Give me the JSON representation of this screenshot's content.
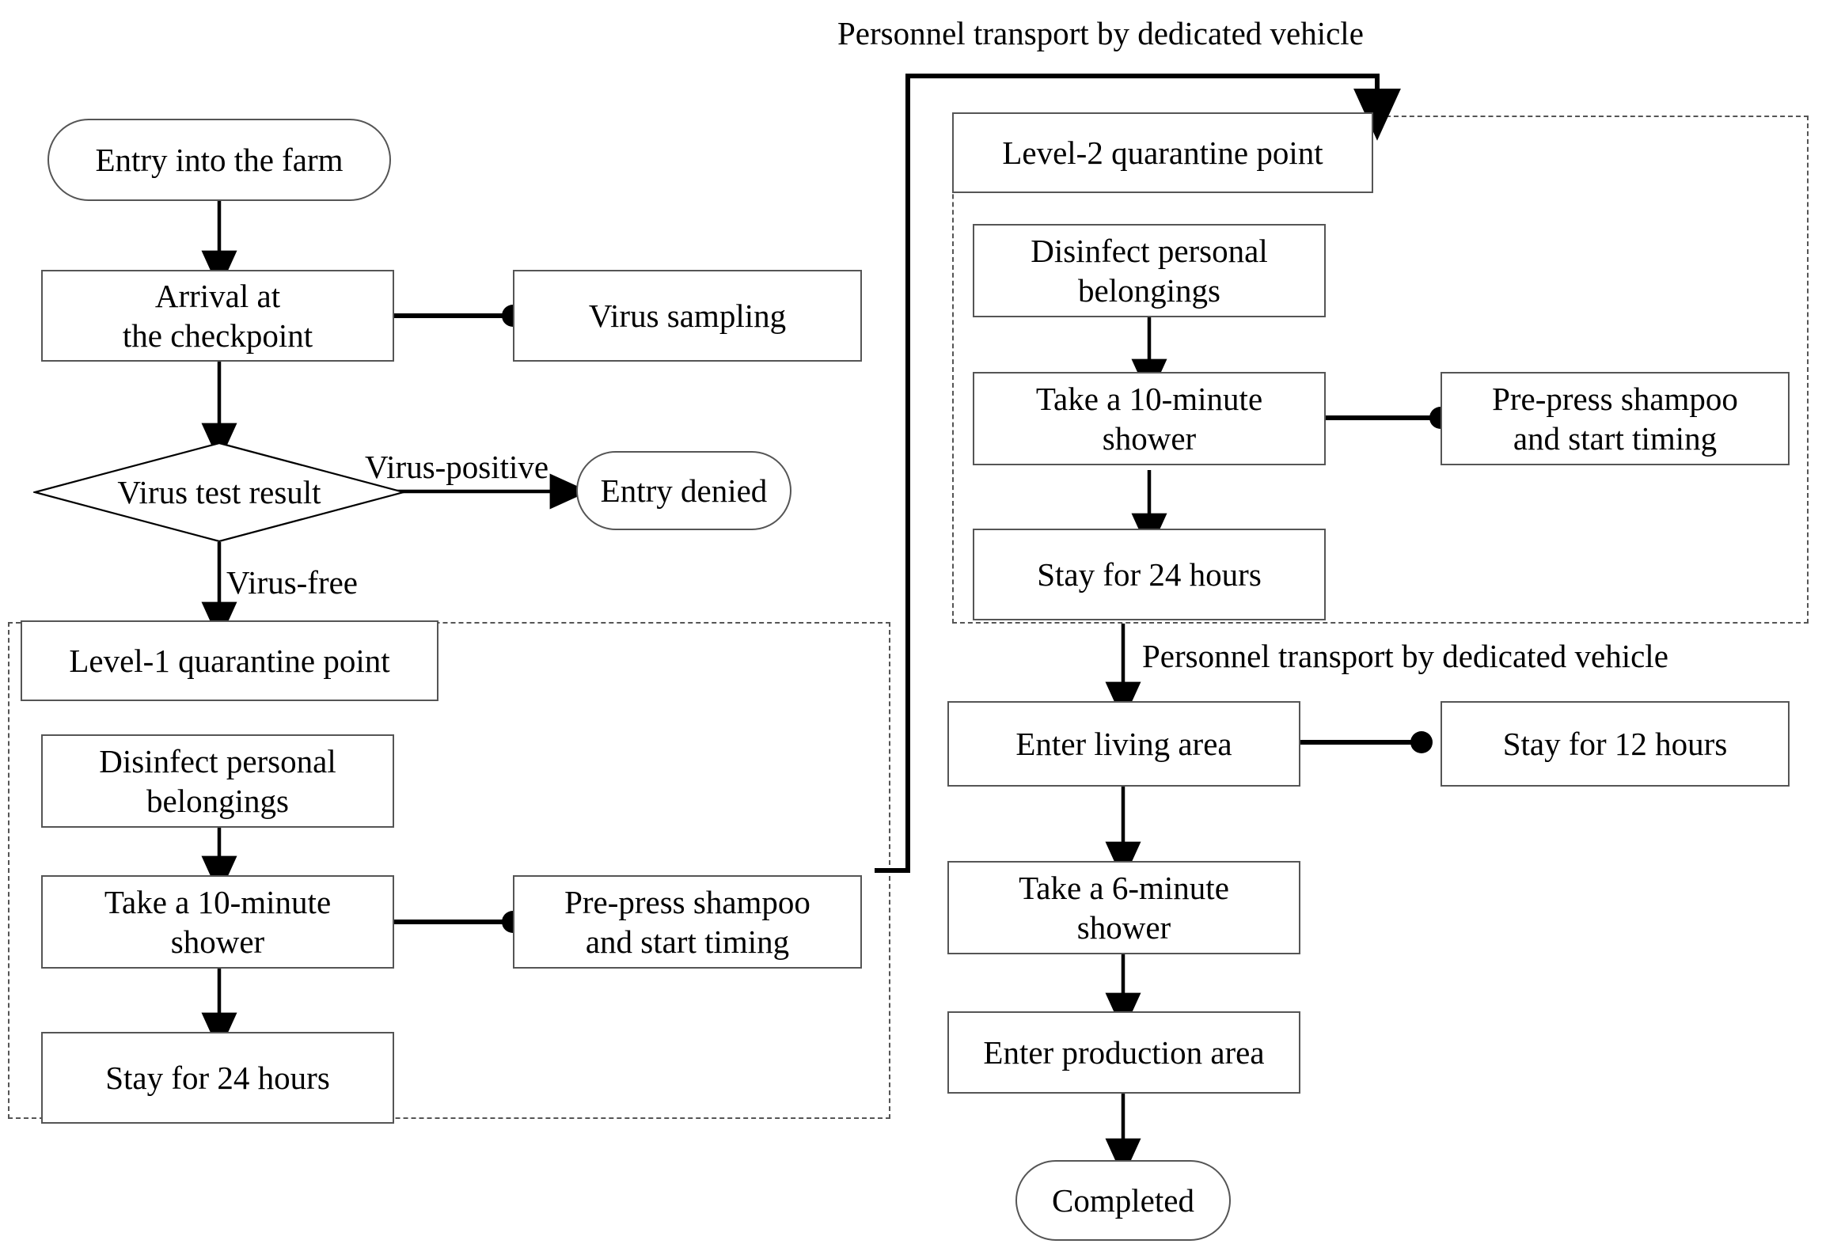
{
  "diagram": {
    "title": "Farm personnel entry biosecurity quarantine flowchart",
    "stroke_color": "#555555",
    "text_color": "#000000",
    "background": "#ffffff",
    "accent_color": "#000000"
  },
  "edge_labels": {
    "transport_top": "Personnel transport by dedicated vehicle",
    "transport_mid": "Personnel transport by dedicated vehicle",
    "virus_positive": "Virus-positive",
    "virus_free": "Virus-free"
  },
  "containers": {
    "level1": {
      "header": "Level-1 quarantine point"
    },
    "level2": {
      "header": "Level-2 quarantine point"
    }
  },
  "nodes": {
    "entry_farm": "Entry into the farm",
    "arrival_checkpoint": "Arrival at\nthe checkpoint",
    "virus_sampling": "Virus sampling",
    "virus_test_result": "Virus test result",
    "entry_denied": "Entry denied",
    "l1_disinfect": "Disinfect personal\nbelongings",
    "l1_shower": "Take a 10-minute\nshower",
    "l1_prepress": "Pre-press shampoo\nand start timing",
    "l1_stay": "Stay for 24 hours",
    "l2_disinfect": "Disinfect personal\nbelongings",
    "l2_shower": "Take a 10-minute\nshower",
    "l2_prepress": "Pre-press shampoo\nand start timing",
    "l2_stay": "Stay for 24 hours",
    "enter_living": "Enter living area",
    "stay_12": "Stay for 12 hours",
    "shower_6": "Take a 6-minute\nshower",
    "enter_production": "Enter production area",
    "completed": "Completed"
  }
}
